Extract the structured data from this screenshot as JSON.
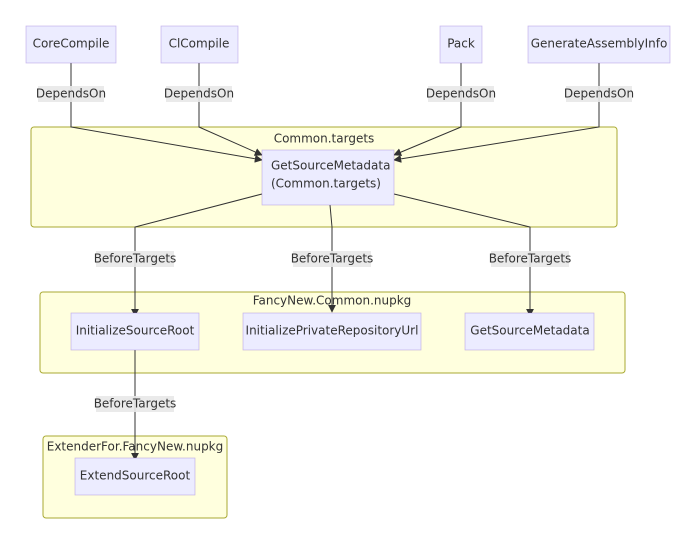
{
  "clusters": {
    "common_targets": "Common.targets",
    "fancynew_nupkg": "FancyNew.Common.nupkg",
    "extender_nupkg": "ExtenderFor.FancyNew.nupkg"
  },
  "nodes": {
    "corecompile": "CoreCompile",
    "clcompile": "ClCompile",
    "pack": "Pack",
    "generate_assembly_info": "GenerateAssemblyInfo",
    "get_source_metadata_common_line1": "GetSourceMetadata",
    "get_source_metadata_common_line2": "(Common.targets)",
    "initialize_source_root": "InitializeSourceRoot",
    "initialize_private_repository_url": "InitializePrivateRepositoryUrl",
    "get_source_metadata": "GetSourceMetadata",
    "extend_source_root": "ExtendSourceRoot"
  },
  "edges": {
    "corecompile_to_getsource": "DependsOn",
    "clcompile_to_getsource": "DependsOn",
    "pack_to_getsource": "DependsOn",
    "generateassemblyinfo_to_getsource": "DependsOn",
    "getsource_to_initsourceroot": "BeforeTargets",
    "getsource_to_initprivaterepo": "BeforeTargets",
    "getsource_to_getsourcemetadata": "BeforeTargets",
    "initsourceroot_to_extendsourceroot": "BeforeTargets"
  }
}
